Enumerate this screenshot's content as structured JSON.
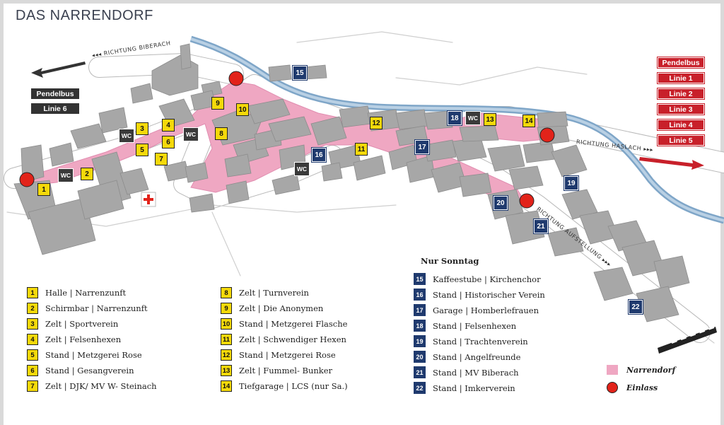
{
  "title": "DAS NARRENDORF",
  "colors": {
    "zone": "#efa7c2",
    "yellow": "#f5d90a",
    "navy": "#1f3a6e",
    "red": "#c8202a",
    "river": "#7fa6c8"
  },
  "icons": {
    "entrance": "red-circle-marker",
    "first_aid": "red-cross-icon",
    "arrow": "direction-arrow-icon"
  },
  "roads": {
    "biberach": "RICHTUNG BIBERACH",
    "haslach": "RICHTUNG HASLACH",
    "aufstellung": "RICHTUNG AUFSTELLUNG"
  },
  "left_bus": {
    "label": "Pendelbus",
    "line": "Linie 6"
  },
  "right_bus": {
    "label": "Pendelbus",
    "lines": [
      "Linie 1",
      "Linie 2",
      "Linie 3",
      "Linie 4",
      "Linie 5"
    ]
  },
  "wc_label": "WC",
  "map_yellow": [
    "1",
    "2",
    "3",
    "4",
    "5",
    "6",
    "7",
    "8",
    "9",
    "10",
    "11",
    "12",
    "13",
    "14"
  ],
  "map_blue": [
    "15",
    "16",
    "17",
    "18",
    "19",
    "20",
    "21",
    "22"
  ],
  "legend_col1": [
    {
      "num": "1",
      "text": "Halle | Narrenzunft"
    },
    {
      "num": "2",
      "text": "Schirmbar | Narrenzunft"
    },
    {
      "num": "3",
      "text": "Zelt | Sportverein"
    },
    {
      "num": "4",
      "text": "Zelt | Felsenhexen"
    },
    {
      "num": "5",
      "text": "Stand | Metzgerei Rose"
    },
    {
      "num": "6",
      "text": "Stand | Gesangverein"
    },
    {
      "num": "7",
      "text": "Zelt | DJK/ MV W- Steinach"
    }
  ],
  "legend_col2": [
    {
      "num": "8",
      "text": "Zelt | Turnverein"
    },
    {
      "num": "9",
      "text": "Zelt | Die Anonymen"
    },
    {
      "num": "10",
      "text": "Stand | Metzgerei Flasche"
    },
    {
      "num": "11",
      "text": "Zelt | Schwendiger Hexen"
    },
    {
      "num": "12",
      "text": "Stand | Metzgerei Rose"
    },
    {
      "num": "13",
      "text": "Zelt | Fummel- Bunker"
    },
    {
      "num": "14",
      "text": "Tiefgarage | LCS (nur Sa.)"
    }
  ],
  "sunday_heading": "Nur Sonntag",
  "legend_col3": [
    {
      "num": "15",
      "text": "Kaffeestube | Kirchenchor"
    },
    {
      "num": "16",
      "text": "Stand | Historischer Verein"
    },
    {
      "num": "17",
      "text": "Garage | Homberlefrauen"
    },
    {
      "num": "18",
      "text": "Stand | Felsenhexen"
    },
    {
      "num": "19",
      "text": "Stand | Trachtenverein"
    },
    {
      "num": "20",
      "text": "Stand | Angelfreunde"
    },
    {
      "num": "21",
      "text": "Stand | MV Biberach"
    },
    {
      "num": "22",
      "text": "Stand | Imkerverein"
    }
  ],
  "key": {
    "zone": "Narrendorf",
    "entrance": "Einlass"
  }
}
